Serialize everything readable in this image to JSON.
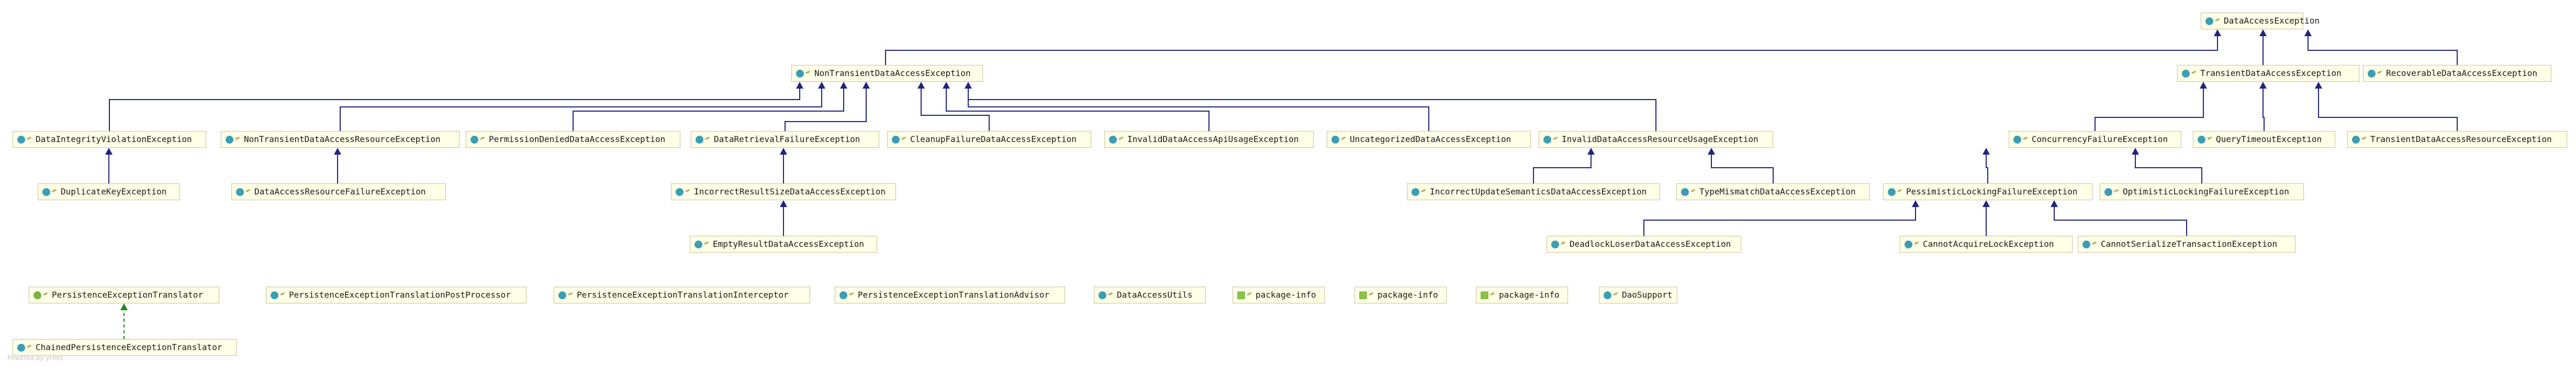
{
  "diagram": {
    "nodes": {
      "dae": {
        "label": "DataAccessException",
        "kind": "class"
      },
      "ntdae": {
        "label": "NonTransientDataAccessException",
        "kind": "class"
      },
      "tdae": {
        "label": "TransientDataAccessException",
        "kind": "class"
      },
      "rdae": {
        "label": "RecoverableDataAccessException",
        "kind": "class"
      },
      "divex": {
        "label": "DataIntegrityViolationException",
        "kind": "class"
      },
      "ntdarex": {
        "label": "NonTransientDataAccessResourceException",
        "kind": "class"
      },
      "pddae": {
        "label": "PermissionDeniedDataAccessException",
        "kind": "class"
      },
      "drfex": {
        "label": "DataRetrievalFailureException",
        "kind": "class"
      },
      "cfdae": {
        "label": "CleanupFailureDataAccessException",
        "kind": "class"
      },
      "idaauex": {
        "label": "InvalidDataAccessApiUsageException",
        "kind": "class"
      },
      "udae": {
        "label": "UncategorizedDataAccessException",
        "kind": "class"
      },
      "idaruex": {
        "label": "InvalidDataAccessResourceUsageException",
        "kind": "class"
      },
      "cfex": {
        "label": "ConcurrencyFailureException",
        "kind": "class"
      },
      "qtex": {
        "label": "QueryTimeoutException",
        "kind": "class"
      },
      "tdarex": {
        "label": "TransientDataAccessResourceException",
        "kind": "class"
      },
      "dkex": {
        "label": "DuplicateKeyException",
        "kind": "class"
      },
      "darfex": {
        "label": "DataAccessResourceFailureException",
        "kind": "class"
      },
      "irsdae": {
        "label": "IncorrectResultSizeDataAccessException",
        "kind": "class"
      },
      "iusdae": {
        "label": "IncorrectUpdateSemanticsDataAccessException",
        "kind": "class"
      },
      "tmdae": {
        "label": "TypeMismatchDataAccessException",
        "kind": "class"
      },
      "plfex": {
        "label": "PessimisticLockingFailureException",
        "kind": "class"
      },
      "olfex": {
        "label": "OptimisticLockingFailureException",
        "kind": "class"
      },
      "erdae": {
        "label": "EmptyResultDataAccessException",
        "kind": "class"
      },
      "dldae": {
        "label": "DeadlockLoserDataAccessException",
        "kind": "class"
      },
      "calex": {
        "label": "CannotAcquireLockException",
        "kind": "class"
      },
      "cstex": {
        "label": "CannotSerializeTransactionException",
        "kind": "class"
      },
      "pet": {
        "label": "PersistenceExceptionTranslator",
        "kind": "interface"
      },
      "cpet": {
        "label": "ChainedPersistenceExceptionTranslator",
        "kind": "class"
      },
      "petpp": {
        "label": "PersistenceExceptionTranslationPostProcessor",
        "kind": "class"
      },
      "peti": {
        "label": "PersistenceExceptionTranslationInterceptor",
        "kind": "class"
      },
      "peta": {
        "label": "PersistenceExceptionTranslationAdvisor",
        "kind": "class"
      },
      "dau": {
        "label": "DataAccessUtils",
        "kind": "class"
      },
      "pkg1": {
        "label": "package-info",
        "kind": "package"
      },
      "pkg2": {
        "label": "package-info",
        "kind": "package"
      },
      "pkg3": {
        "label": "package-info",
        "kind": "package"
      },
      "dsup": {
        "label": "DaoSupport",
        "kind": "class"
      }
    },
    "edges": [
      {
        "from": "ntdae",
        "to": "dae",
        "type": "extends"
      },
      {
        "from": "tdae",
        "to": "dae",
        "type": "extends"
      },
      {
        "from": "rdae",
        "to": "dae",
        "type": "extends"
      },
      {
        "from": "divex",
        "to": "ntdae",
        "type": "extends"
      },
      {
        "from": "ntdarex",
        "to": "ntdae",
        "type": "extends"
      },
      {
        "from": "pddae",
        "to": "ntdae",
        "type": "extends"
      },
      {
        "from": "drfex",
        "to": "ntdae",
        "type": "extends"
      },
      {
        "from": "cfdae",
        "to": "ntdae",
        "type": "extends"
      },
      {
        "from": "idaauex",
        "to": "ntdae",
        "type": "extends"
      },
      {
        "from": "udae",
        "to": "ntdae",
        "type": "extends"
      },
      {
        "from": "idaruex",
        "to": "ntdae",
        "type": "extends"
      },
      {
        "from": "cfex",
        "to": "tdae",
        "type": "extends"
      },
      {
        "from": "qtex",
        "to": "tdae",
        "type": "extends"
      },
      {
        "from": "tdarex",
        "to": "tdae",
        "type": "extends"
      },
      {
        "from": "dkex",
        "to": "divex",
        "type": "extends"
      },
      {
        "from": "darfex",
        "to": "ntdarex",
        "type": "extends"
      },
      {
        "from": "irsdae",
        "to": "drfex",
        "type": "extends"
      },
      {
        "from": "erdae",
        "to": "irsdae",
        "type": "extends"
      },
      {
        "from": "iusdae",
        "to": "idaruex",
        "type": "extends"
      },
      {
        "from": "tmdae",
        "to": "idaruex",
        "type": "extends"
      },
      {
        "from": "plfex",
        "to": "cfex",
        "type": "extends"
      },
      {
        "from": "olfex",
        "to": "cfex",
        "type": "extends"
      },
      {
        "from": "dldae",
        "to": "plfex",
        "type": "extends"
      },
      {
        "from": "calex",
        "to": "plfex",
        "type": "extends"
      },
      {
        "from": "cstex",
        "to": "plfex",
        "type": "extends"
      },
      {
        "from": "cpet",
        "to": "pet",
        "type": "implements"
      }
    ]
  },
  "status_text": "Powered by yFiles",
  "colors": {
    "node_fill": "#fffee6",
    "node_border": "#c9c49a",
    "extends_edge": "#20237f",
    "implements_edge": "#1b8a1b",
    "class_icon": "#3a9fb4",
    "interface_icon": "#7cb342"
  }
}
